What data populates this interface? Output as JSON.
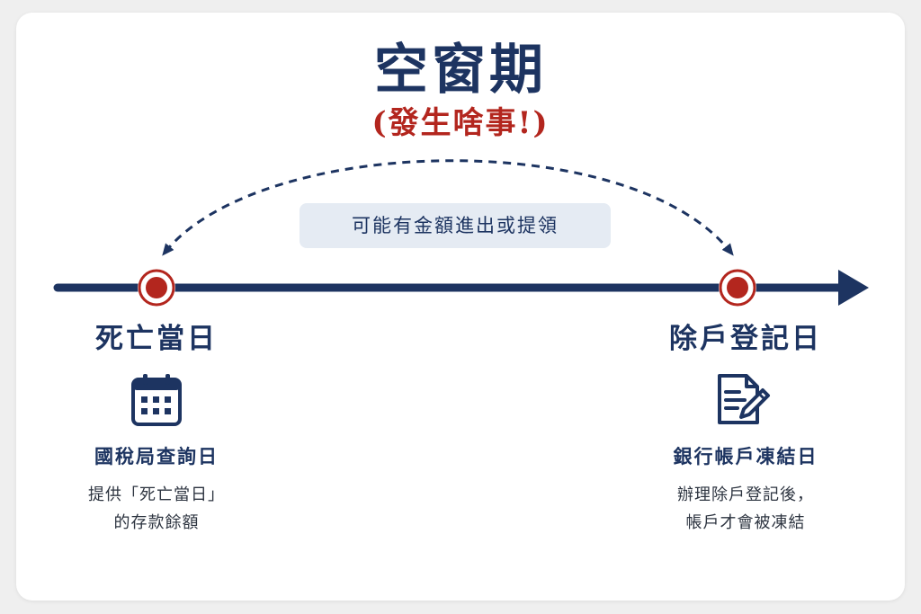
{
  "title": "空窗期",
  "subtitle": "(發生啥事!)",
  "gap_note": "可能有金額進出或提領",
  "colors": {
    "navy": "#1d3461",
    "red": "#b3261e",
    "pill_bg": "#e5ebf3"
  },
  "events": [
    {
      "label": "死亡當日",
      "icon": "calendar-icon",
      "sub_title": "國稅局查詢日",
      "desc_lines": [
        "提供「死亡當日」",
        "的存款餘額"
      ]
    },
    {
      "label": "除戶登記日",
      "icon": "document-pen-icon",
      "sub_title": "銀行帳戶凍結日",
      "desc_lines": [
        "辦理除戶登記後，",
        "帳戶才會被凍結"
      ]
    }
  ]
}
